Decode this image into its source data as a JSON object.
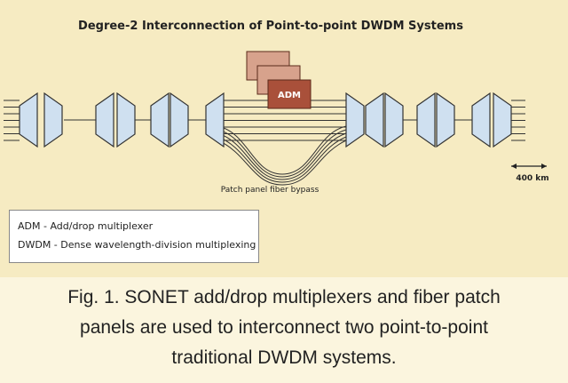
{
  "diagram": {
    "title": "Degree-2 Interconnection of Point-to-point DWDM Systems",
    "adm_label": "ADM",
    "patch_label": "Patch panel fiber bypass",
    "distance_label": "400 km"
  },
  "legend": {
    "items": [
      "ADM - Add/drop multiplexer",
      "DWDM - Dense wavelength-division multiplexing"
    ]
  },
  "caption": {
    "lines": [
      "Fig. 1. SONET add/drop multiplexers and fiber patch",
      "panels are used to interconnect two point-to-point",
      "traditional DWDM systems."
    ]
  },
  "colors": {
    "background": "#f6ebc2",
    "mux_fill": "#cfe0f0",
    "adm_front": "#a9503a",
    "adm_back": "#d7a28c"
  }
}
